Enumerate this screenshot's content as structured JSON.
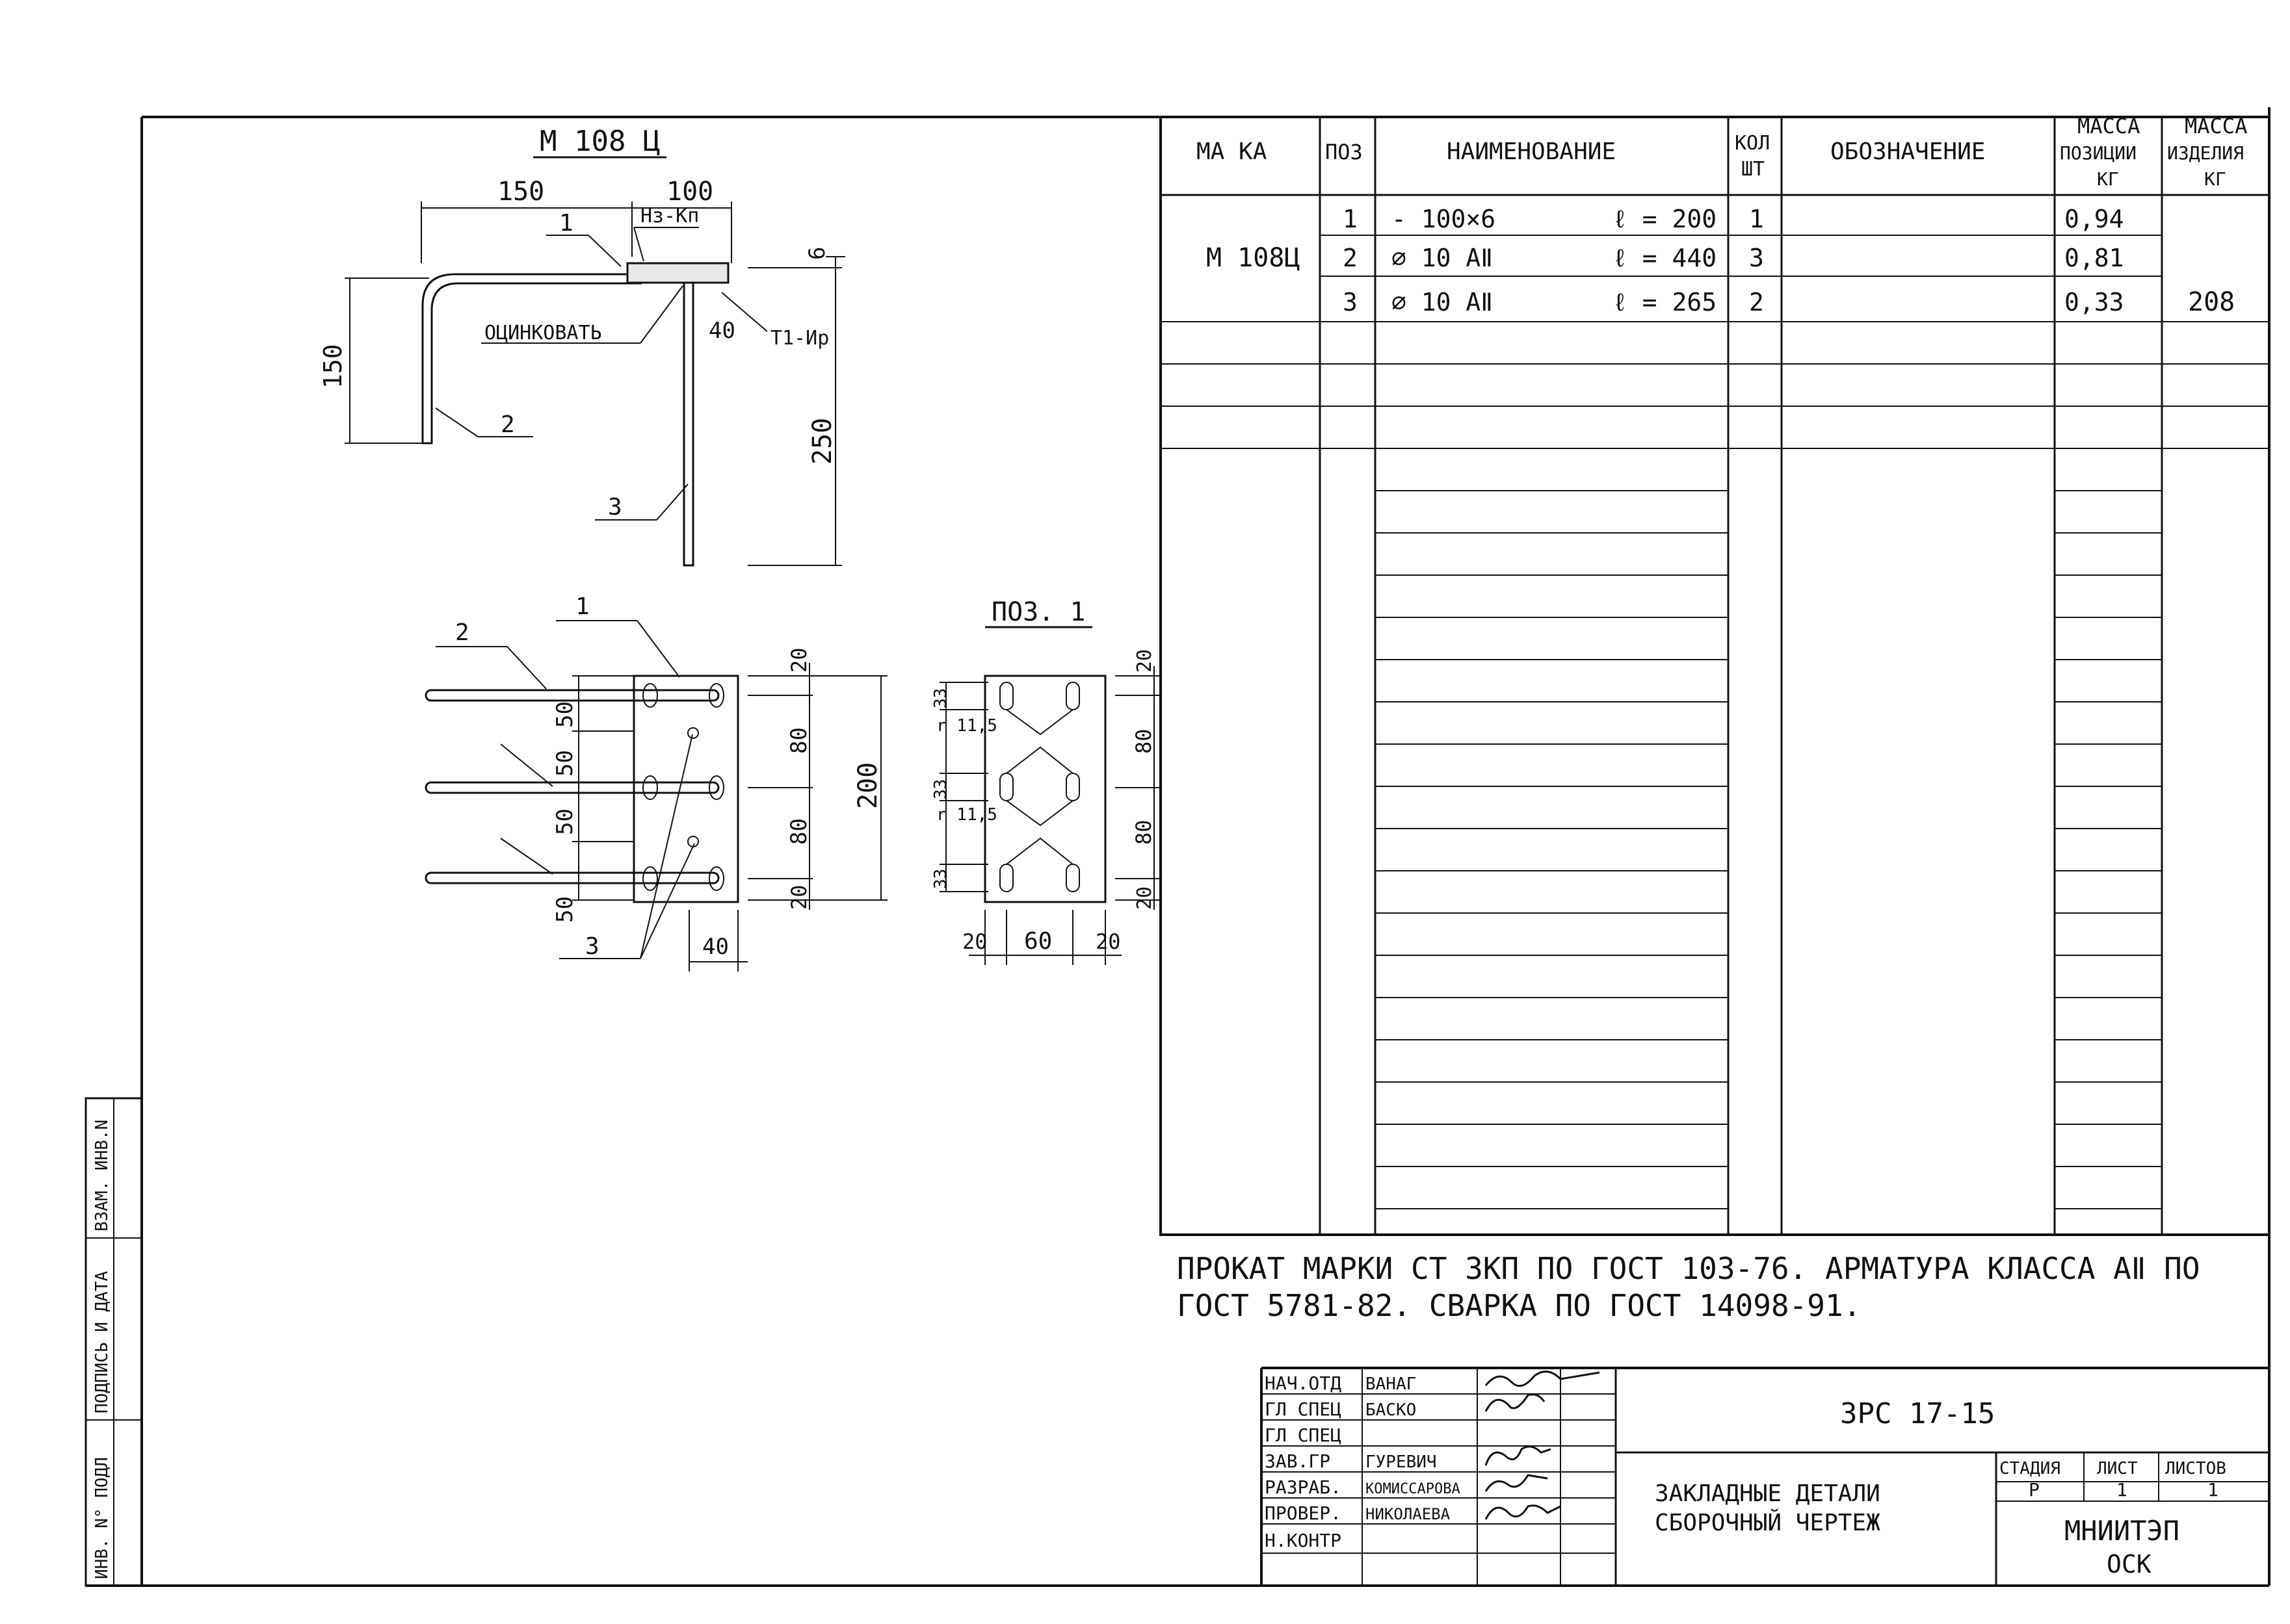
{
  "drawing": {
    "detail_title": "М 108 Ц",
    "dim_150_top": "150",
    "dim_100_top": "100",
    "callout_1": "1",
    "weld_label_top": "Нз-Кп",
    "dim_6": "6",
    "dim_150_side": "150",
    "label_galvanize": "ОЦИНКОВАТЬ",
    "dim_40": "40",
    "weld_label_right": "Т1-Ир",
    "dim_250": "250",
    "callout_2": "2",
    "callout_3": "3",
    "plan_callout_2": "2",
    "plan_callout_1": "1",
    "plan_dim_50a": "50",
    "plan_dim_50b": "50",
    "plan_dim_50c": "50",
    "plan_dim_50d": "50",
    "plan_dim_20_top": "20",
    "plan_dim_80a": "80",
    "plan_dim_80b": "80",
    "plan_dim_20_bot": "20",
    "plan_dim_200": "200",
    "plan_callout_3": "3",
    "plan_dim_40": "40",
    "pos1_title": "ПОЗ. 1",
    "pos1_dim_33a": "33",
    "pos1_dim_r115a": "r 11,5",
    "pos1_dim_33b": "33",
    "pos1_dim_r115b": "r 11,5",
    "pos1_dim_33c": "33",
    "pos1_dim_20_top": "20",
    "pos1_dim_80a": "80",
    "pos1_dim_80b": "80",
    "pos1_dim_20_bot": "20",
    "pos1_dim_20_left": "20",
    "pos1_dim_60": "60",
    "pos1_dim_20_right": "20"
  },
  "spec_table": {
    "headers": {
      "mark": "МА КА",
      "pos": "ПОЗ",
      "name": "НАИМЕНОВАНИЕ",
      "qty_1": "КОЛ",
      "qty_2": "ШТ",
      "designation": "ОБОЗНАЧЕНИЕ",
      "mass_pos_1": "МАССА",
      "mass_pos_2": "ПОЗИЦИИ",
      "mass_pos_3": "КГ",
      "mass_item_1": "МАССА",
      "mass_item_2": "ИЗДЕЛИЯ",
      "mass_item_3": "КГ"
    },
    "mark_value": "М 108Ц",
    "rows": [
      {
        "pos": "1",
        "name": "- 100×6",
        "length": "ℓ = 200",
        "qty": "1",
        "mass": "0,94"
      },
      {
        "pos": "2",
        "name": "∅ 10 АⅡ",
        "length": "ℓ = 440",
        "qty": "3",
        "mass": "0,81"
      },
      {
        "pos": "3",
        "name": "∅ 10 АⅡ",
        "length": "ℓ = 265",
        "qty": "2",
        "mass": "0,33"
      }
    ],
    "item_mass": "208"
  },
  "notes": {
    "line1": "ПРОКАТ МАРКИ СТ 3КП ПО ГОСТ 103-76. АРМАТУРА КЛАССА АⅡ ПО",
    "line2": "ГОСТ 5781-82. СВАРКА ПО ГОСТ 14098-91."
  },
  "title_block": {
    "roles": [
      "НАЧ.ОТД",
      "ГЛ СПЕЦ",
      "ГЛ СПЕЦ",
      "ЗАВ.ГР",
      "РАЗРАБ.",
      "ПРОВЕР.",
      "Н.КОНТР"
    ],
    "names": [
      "ВАНАГ",
      "БАСКО",
      "",
      "ГУРЕВИЧ",
      "КОМИССАРОВА",
      "НИКОЛАЕВА",
      ""
    ],
    "code": "ЗРС 17-15",
    "doc_title_1": "ЗАКЛАДНЫЕ ДЕТАЛИ",
    "doc_title_2": "СБОРОЧНЫЙ ЧЕРТЕЖ",
    "stage_label": "СТАДИЯ",
    "sheet_label": "ЛИСТ",
    "sheets_label": "ЛИСТОВ",
    "stage": "Р",
    "sheet": "1",
    "sheets": "1",
    "org_1": "МНИИТЭП",
    "org_2": "ОСК"
  },
  "side_stamp": {
    "inv_podl": "ИНВ. N° ПОДЛ",
    "podpis": "ПОДПИСЬ И ДАТА",
    "vzam": "ВЗАМ. ИНВ.N"
  }
}
